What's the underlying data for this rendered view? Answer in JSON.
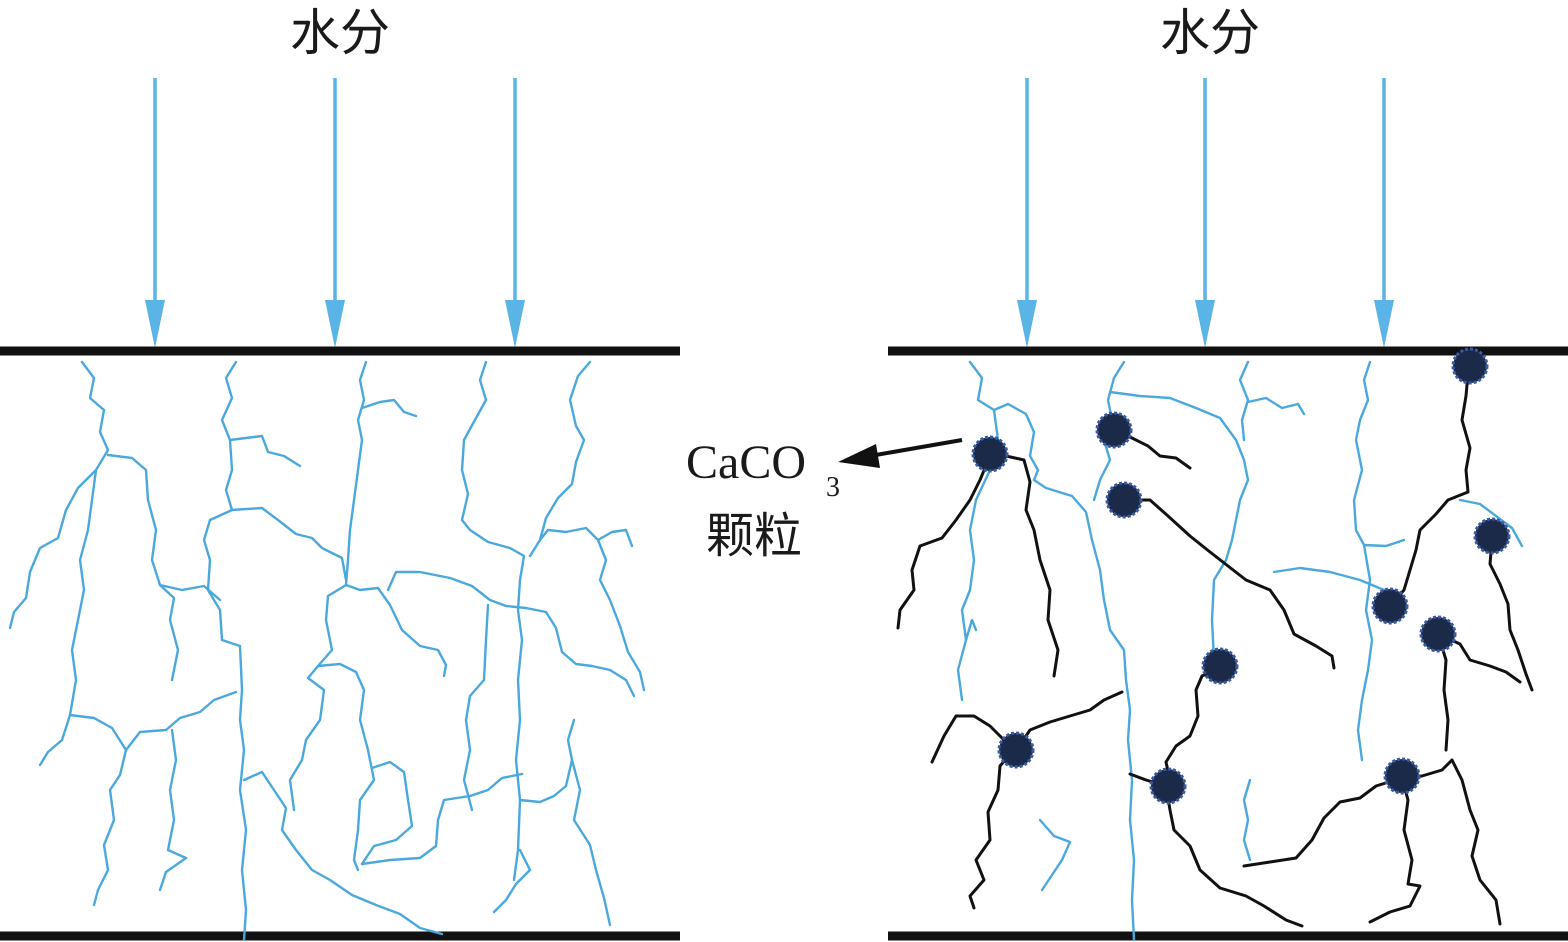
{
  "left_panel": {
    "title": "水分"
  },
  "right_panel": {
    "title": "水分",
    "particle_label_main": "CaCO",
    "particle_label_sub": "3",
    "particle_label_second": "颗粒"
  },
  "colors": {
    "water_arrow": "#5ab4e5",
    "crack_untreated": "#4aa8dd",
    "crack_healed": "#111111",
    "particle": "#1c2a4a",
    "plate": "#111111"
  }
}
